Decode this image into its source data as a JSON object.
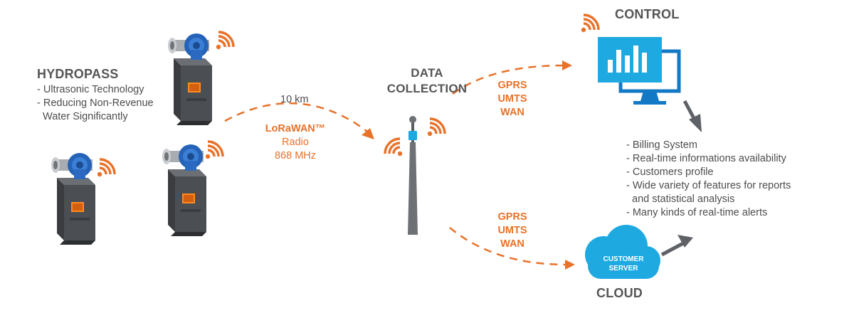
{
  "hydropass": {
    "title": "HYDROPASS",
    "lines": [
      "- Ultrasonic Technology",
      "- Reducing Non-Revenue",
      "  Water Significantly"
    ]
  },
  "link": {
    "distance": "10 km",
    "protocol": "LoRaWAN™",
    "medium": "Radio",
    "frequency": "868 MHz"
  },
  "data_collection": {
    "title_line1": "DATA",
    "title_line2": "COLLECTION"
  },
  "uplink_top": [
    "GPRS",
    "UMTS",
    "WAN"
  ],
  "uplink_bottom": [
    "GPRS",
    "UMTS",
    "WAN"
  ],
  "control": {
    "title": "CONTROL"
  },
  "features": [
    "- Billing System",
    "- Real-time informations availability",
    "- Customers profile",
    "- Wide variety of features for reports",
    "  and statistical analysis",
    "- Many kinds of real-time alerts"
  ],
  "cloud": {
    "title": "CLOUD",
    "label_line1": "CUSTOMER",
    "label_line2": "SERVER"
  },
  "colors": {
    "accent": "#e8722a",
    "cloud": "#1ea9e1",
    "monitor": "#1479c4",
    "meter_body": "#4b4e53",
    "meter_pipe": "#2563b8"
  }
}
